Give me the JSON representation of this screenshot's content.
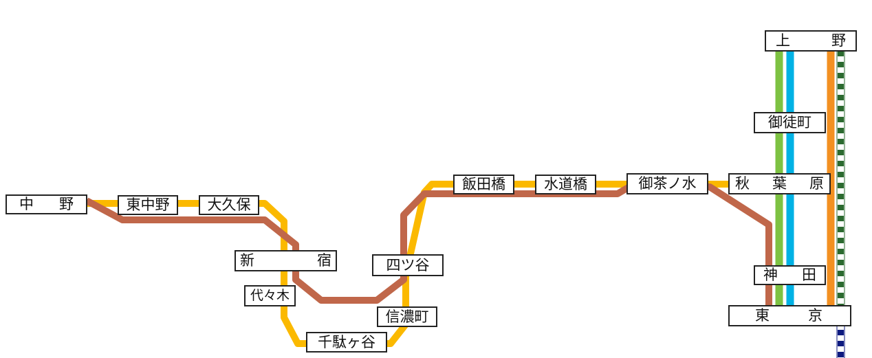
{
  "colors": {
    "chuo_sobu": "#fbb900",
    "marunouchi": "#c0674a",
    "yamanote": "#7dc242",
    "keihin_tohoku": "#00b2e5",
    "chuo_rapid": "#f39021",
    "green_dashed": "#2b6a2f",
    "navy_dashed": "#0d1a80"
  },
  "stations": {
    "nakano": [
      "中",
      "野"
    ],
    "higashi_nakano": "東中野",
    "okubo": "大久保",
    "shinjuku": [
      "新",
      "宿"
    ],
    "yoyogi": "代々木",
    "sendagaya": "千駄ヶ谷",
    "shinanomachi": "信濃町",
    "yotsuya": "四ツ谷",
    "iidabashi": "飯田橋",
    "suidobashi": "水道橋",
    "ochanomizu": "御茶ノ水",
    "akihabara": [
      "秋",
      "葉",
      "原"
    ],
    "kanda": [
      "神",
      "田"
    ],
    "tokyo": [
      "東",
      "京"
    ],
    "okachimachi": "御徒町",
    "ueno": [
      "上",
      "野"
    ]
  }
}
